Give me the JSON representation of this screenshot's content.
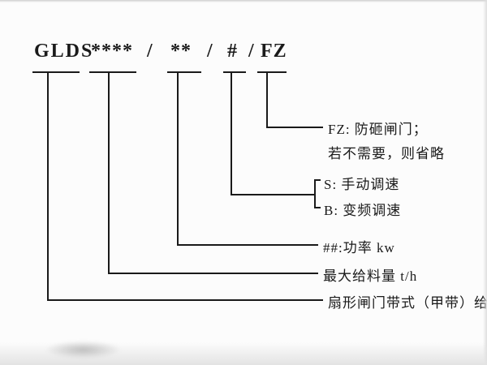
{
  "code": {
    "prefix": "GLDS",
    "capacity_placeholder": "****",
    "separator": "/",
    "power_placeholder": "**",
    "speed_placeholder": "#",
    "suffix": "FZ"
  },
  "legend": {
    "fz_line1": "FZ: 防砸闸门；",
    "fz_line2": "若不需要，则省略",
    "speed_option_s": "S: 手动调速",
    "speed_option_b": "B: 变频调速",
    "power": "##:功率 kw",
    "capacity": "最大给料量 t/h",
    "machine": "扇形闸门带式（甲带）给料机"
  },
  "colors": {
    "ink": "#1a1a1a",
    "background": "#fcfcfc"
  }
}
